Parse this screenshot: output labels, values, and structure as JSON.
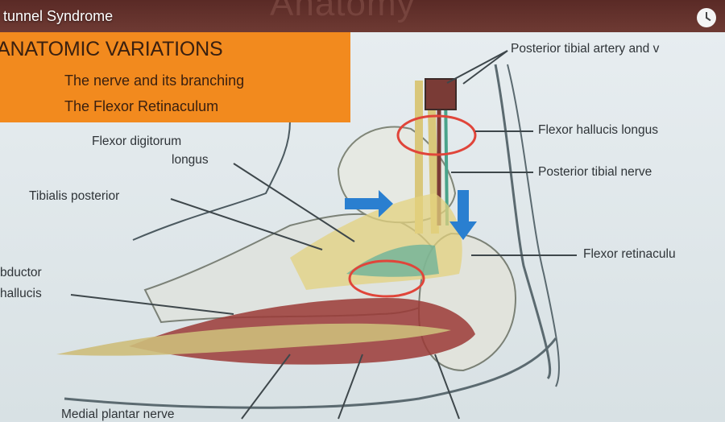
{
  "video": {
    "title": "tunnel Syndrome",
    "watermark_word": "Anatomy",
    "clock_icon": "clock-icon"
  },
  "slide": {
    "heading": "ANATOMIC VARIATIONS",
    "subpoints": [
      "The nerve and its branching",
      "The Flexor Retinaculum"
    ],
    "labels": {
      "posterior_tibial_artery": "Posterior tibial artery and v",
      "flexor_hallucis_longus": "Flexor hallucis longus",
      "posterior_tibial_nerve": "Posterior tibial nerve",
      "flexor_retinaculum": "Flexor retinaculu",
      "flexor_digitorum_1": "Flexor digitorum",
      "flexor_digitorum_2": "longus",
      "tibialis_posterior": "Tibialis posterior",
      "abductor_1": "bductor",
      "abductor_2": "hallucis",
      "medial_plantar": "Medial plantar nerve"
    },
    "colors": {
      "orange": "#f28a1e",
      "arrow": "#2a7fd0",
      "circle": "#e0453a",
      "muscle": "#9b3a36",
      "tendon": "#d9c77a"
    }
  }
}
